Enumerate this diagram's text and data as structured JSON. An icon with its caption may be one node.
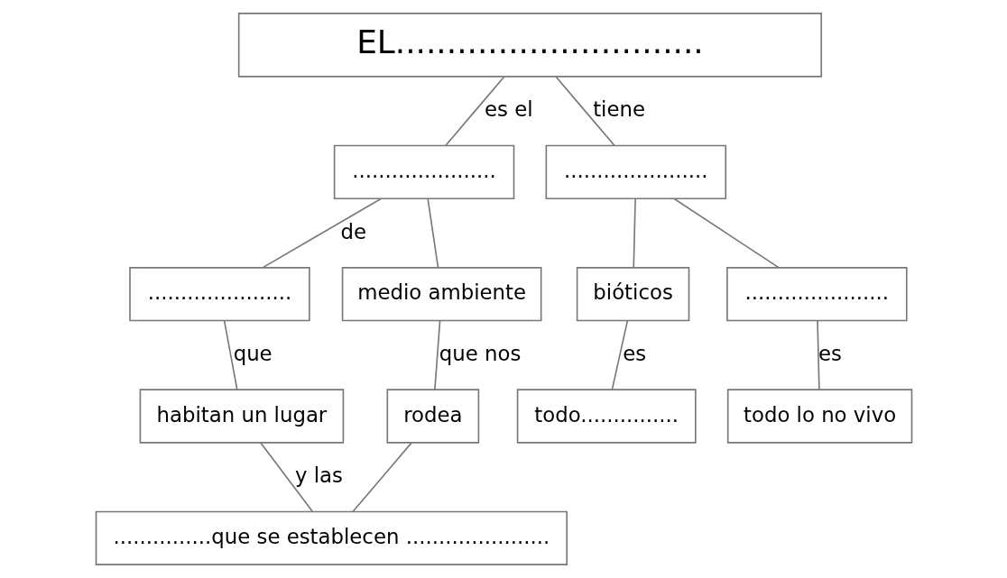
{
  "diagram": {
    "nodes": [
      {
        "text": [
          "EL.............................."
        ]
      },
      {
        "text": [
          "......................"
        ]
      },
      {
        "text": [
          "......................"
        ]
      },
      {
        "text": [
          "......................"
        ]
      },
      {
        "text": [
          "medio ambiente"
        ]
      },
      {
        "text": [
          "bióticos"
        ]
      },
      {
        "text": [
          "......................"
        ]
      },
      {
        "text": [
          "habitan un lugar"
        ]
      },
      {
        "text": [
          "rodea"
        ]
      },
      {
        "text": [
          "todo..............."
        ]
      },
      {
        "text": [
          "todo lo no vivo"
        ]
      },
      {
        "text": [
          "...............que se establecen ......................"
        ]
      }
    ],
    "edges": [
      {
        "from": 0,
        "to": 1,
        "arrow": "none",
        "label": "es el"
      },
      {
        "from": 0,
        "to": 2,
        "arrow": "none",
        "label": "tiene"
      },
      {
        "from": 1,
        "to": 3,
        "arrow": "none",
        "label": "de"
      },
      {
        "from": 1,
        "to": 4,
        "arrow": "none"
      },
      {
        "from": 2,
        "to": 5,
        "arrow": "none"
      },
      {
        "from": 2,
        "to": 6,
        "arrow": "none"
      },
      {
        "from": 3,
        "to": 7,
        "arrow": "none",
        "label": "que"
      },
      {
        "from": 4,
        "to": 8,
        "arrow": "none",
        "label": "que nos"
      },
      {
        "from": 5,
        "to": 9,
        "arrow": "none",
        "label": "es"
      },
      {
        "from": 6,
        "to": 10,
        "arrow": "none",
        "label": "es"
      },
      {
        "from": 7,
        "to": 11,
        "arrow": "none",
        "label": "y las"
      },
      {
        "from": 8,
        "to": 11,
        "arrow": "none"
      }
    ]
  }
}
